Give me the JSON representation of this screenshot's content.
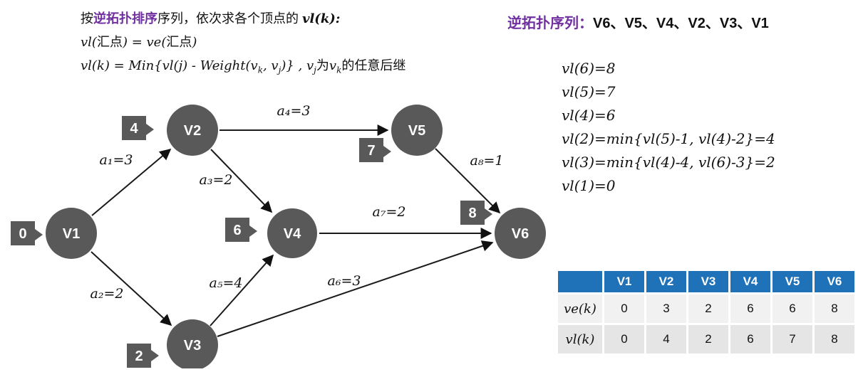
{
  "intro": {
    "l1_prefix": "按",
    "l1_highlight": "逆拓扑排序",
    "l1_mid": "序列，依次求各个顶点的 ",
    "l1_math": "vl(k):",
    "l2": {
      "m1": "vl(",
      "c1": "汇点",
      "m2": ") = ve(",
      "c2": "汇点",
      "m3": ")"
    },
    "l3": {
      "s1": "vl(k) = Min{vl(j) - Weight(v",
      "sub1": "k",
      "s2": ", v",
      "sub2": "j",
      "s3": ")} , v",
      "sub3": "j",
      "s4": "为",
      "s5": "v",
      "sub4": "k",
      "s6": "的任意后继"
    }
  },
  "graph": {
    "nodes": [
      {
        "id": "V1",
        "label": "V1",
        "badge": "0"
      },
      {
        "id": "V2",
        "label": "V2",
        "badge": "4"
      },
      {
        "id": "V3",
        "label": "V3",
        "badge": "2"
      },
      {
        "id": "V4",
        "label": "V4",
        "badge": "6"
      },
      {
        "id": "V5",
        "label": "V5",
        "badge": "7"
      },
      {
        "id": "V6",
        "label": "V6",
        "badge": "8"
      }
    ],
    "edges": [
      {
        "from": "V1",
        "to": "V2",
        "label": "a₁=3"
      },
      {
        "from": "V1",
        "to": "V3",
        "label": "a₂=2"
      },
      {
        "from": "V2",
        "to": "V4",
        "label": "a₃=2"
      },
      {
        "from": "V2",
        "to": "V5",
        "label": "a₄=3"
      },
      {
        "from": "V3",
        "to": "V4",
        "label": "a₅=4"
      },
      {
        "from": "V3",
        "to": "V6",
        "label": "a₆=3"
      },
      {
        "from": "V4",
        "to": "V6",
        "label": "a₇=2"
      },
      {
        "from": "V5",
        "to": "V6",
        "label": "a₈=1"
      }
    ]
  },
  "right": {
    "title_label": "逆拓扑序列：",
    "title_sequence": "V6、V5、V4、V2、V3、V1",
    "vl_steps": [
      "vl(6)=8",
      "vl(5)=7",
      "vl(4)=6",
      "vl(2)=min{vl(5)-1, vl(4)-2}=4",
      "vl(3)=min{vl(4)-4, vl(6)-3}=2",
      "vl(1)=0"
    ],
    "table": {
      "headers": [
        "",
        "V1",
        "V2",
        "V3",
        "V4",
        "V5",
        "V6"
      ],
      "rows": [
        {
          "label": "ve(k)",
          "values": [
            "0",
            "3",
            "2",
            "6",
            "6",
            "8"
          ]
        },
        {
          "label": "vl(k)",
          "values": [
            "0",
            "4",
            "2",
            "6",
            "7",
            "8"
          ]
        }
      ]
    }
  },
  "colors": {
    "accent_purple": "#7030a0",
    "node_gray": "#595959",
    "table_header_blue": "#1f71b8"
  }
}
